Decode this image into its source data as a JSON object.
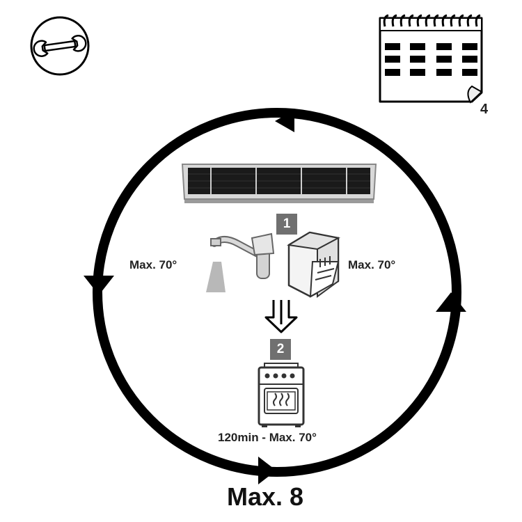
{
  "icons": {
    "wrench": "wrench-icon",
    "calendar": "calendar-icon",
    "filter": "carbon-filter-icon",
    "tap": "water-tap-icon",
    "dishwasher": "dishwasher-icon",
    "down_arrow": "down-arrow-icon",
    "oven": "oven-icon"
  },
  "calendar_interval": "4",
  "steps": {
    "wash": {
      "number": "1",
      "hand_wash_temp": "Max. 70°",
      "dishwasher_temp": "Max. 70°"
    },
    "dry": {
      "number": "2",
      "oven_setting": "120min - Max. 70°"
    }
  },
  "cycle_limit": "Max. 8",
  "colors": {
    "ink": "#000000",
    "step_badge": "#707070",
    "label": "#222222"
  }
}
